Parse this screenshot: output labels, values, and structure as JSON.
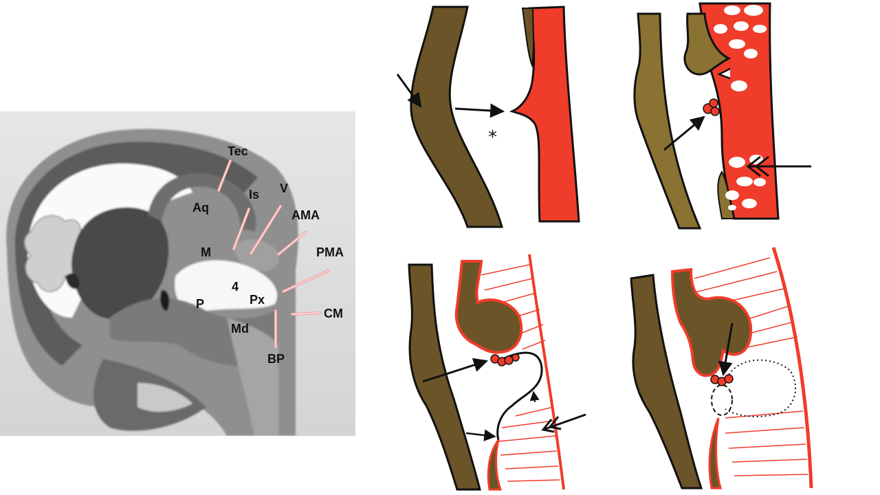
{
  "histology": {
    "labels": {
      "tec": "Tec",
      "is": "Is",
      "v": "V",
      "aq": "Aq",
      "ama": "AMA",
      "m": "M",
      "pma": "PMA",
      "four": "4",
      "px": "Px",
      "p": "P",
      "cm": "CM",
      "md": "Md",
      "bp": "BP"
    }
  },
  "panel1": {
    "asterisk": "*"
  },
  "colors": {
    "neural_tissue": "#6b5427",
    "neural_tissue_light": "#8a7232",
    "vessel_red": "#f03c2a",
    "outline": "#111111",
    "indicator_line": "#f2a3a3"
  }
}
